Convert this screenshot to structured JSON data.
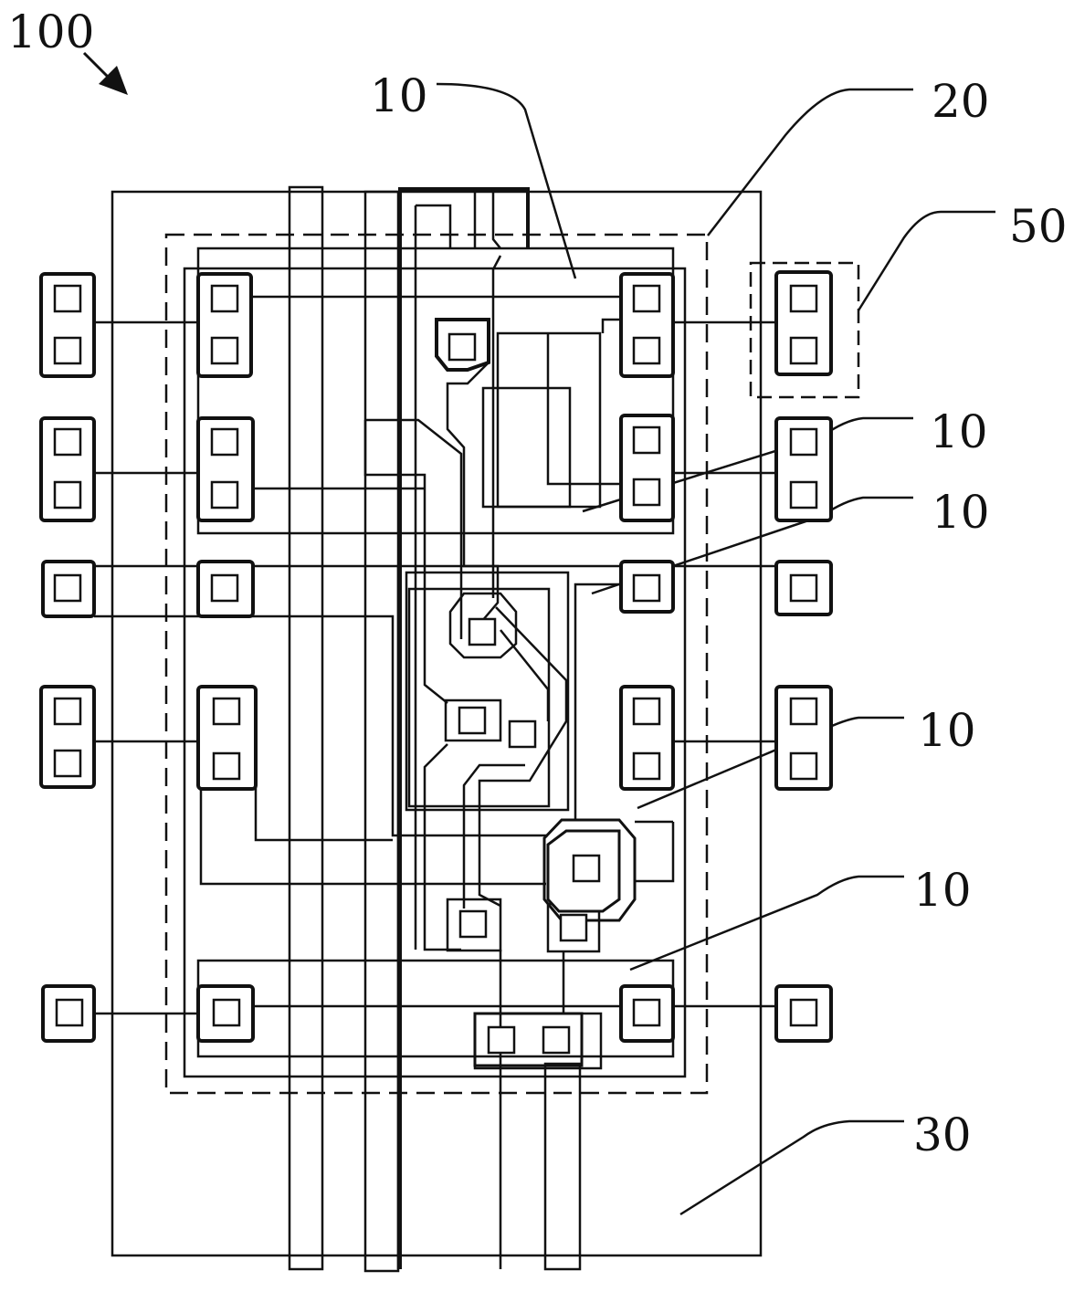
{
  "figure": {
    "reference_label": "100",
    "labels": {
      "module_top": "10",
      "module_right_1": "10",
      "module_right_2": "10",
      "module_right_3": "10",
      "module_bottom": "10",
      "region_dashed": "20",
      "substrate": "30",
      "pad_group": "50"
    }
  },
  "colors": {
    "line": "#111111",
    "background": "#ffffff"
  }
}
